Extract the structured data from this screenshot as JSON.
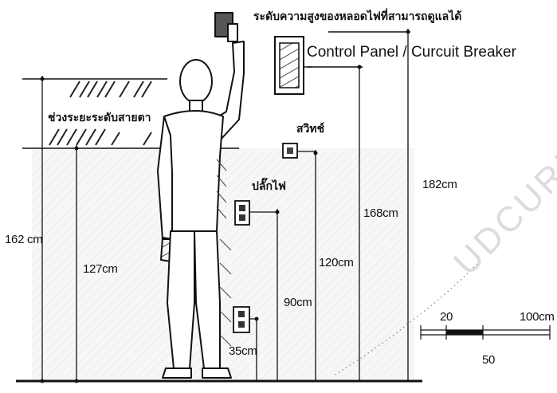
{
  "header": {
    "thai_caption": "ระดับความสูงของหลอดไฟที่สามารถดูแลได้",
    "panel_label": "Control Panel / Curcuit Breaker"
  },
  "labels": {
    "eye_level": "ช่วงระยะระดับสายตา",
    "switch": "สวิทช์",
    "outlet": "ปลั๊กไฟ"
  },
  "dimensions": {
    "d162": "162 cm",
    "d127": "127cm",
    "d90": "90cm",
    "d35": "35cm",
    "d120": "120cm",
    "d168": "168cm",
    "d182": "182cm"
  },
  "scale_bar": {
    "tick_20": "20",
    "tick_100": "100cm",
    "tick_50": "50"
  },
  "watermark": "UDCURI",
  "colors": {
    "ink": "#111111",
    "wall_shade": "#ececec",
    "hatch": "#c8c8c8",
    "watermark": "#dcdcdc"
  }
}
